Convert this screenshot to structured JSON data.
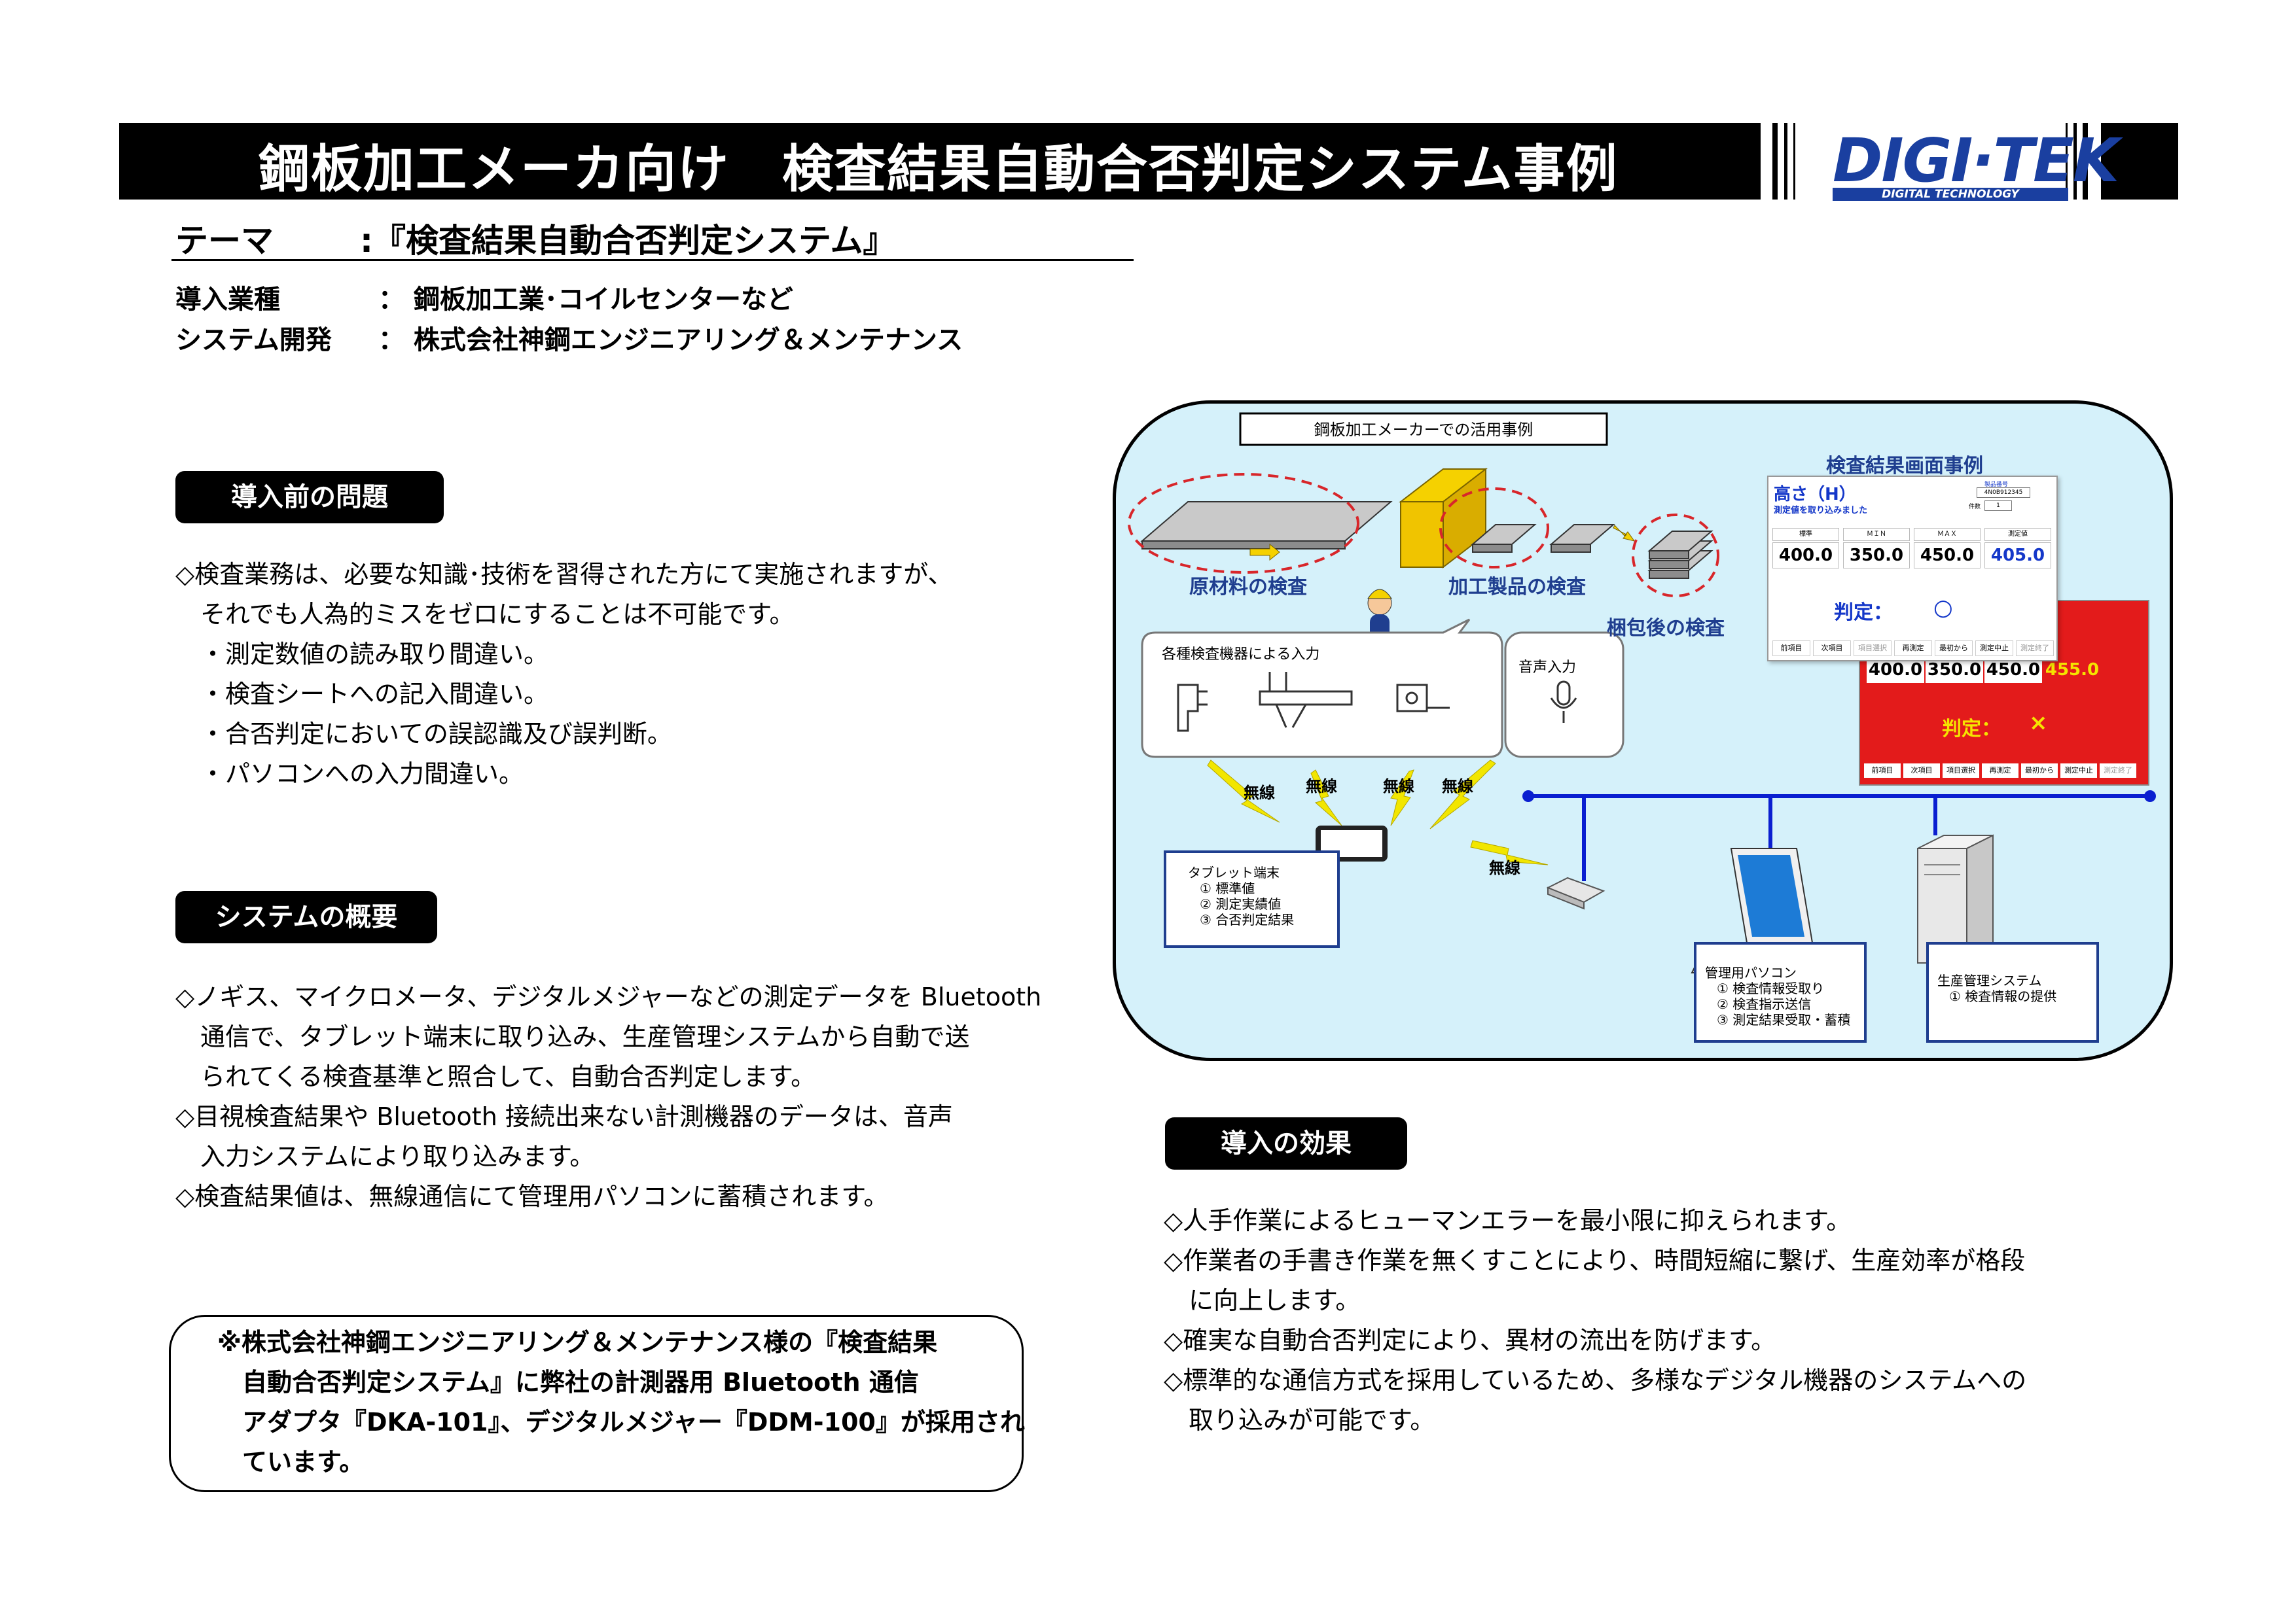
{
  "header": {
    "title": "鋼板加工メーカ向け　検査結果自動合否判定システム事例",
    "logo": "DIGI·TEK",
    "logo_sub": "DIGITAL TECHNOLOGY"
  },
  "theme": {
    "label": "テーマ",
    "value": ":『検査結果自動合否判定システム』"
  },
  "info": [
    {
      "label": "導入業種",
      "value": "：  鋼板加工業･コイルセンターなど"
    },
    {
      "label": "システム開発",
      "value": "：  株式会社神鋼エンジニアリング＆メンテナンス"
    }
  ],
  "problems": {
    "title": "導入前の問題",
    "lines": [
      "◇検査業務は、必要な知識･技術を習得された方にて実施されますが、",
      "　それでも人為的ミスをゼロにすることは不可能です。",
      "　・測定数値の読み取り間違い。",
      "　・検査シートへの記入間違い。",
      "　・合否判定においての誤認識及び誤判断。",
      "　・パソコンへの入力間違い。"
    ]
  },
  "overview": {
    "title": "システムの概要",
    "lines": [
      "◇ノギス、マイクロメータ、デジタルメジャーなどの測定データを Bluetooth",
      "　通信で、タブレット端末に取り込み、生産管理システムから自動で送",
      "　られてくる検査基準と照合して、自動合否判定します。",
      "◇目視検査結果や Bluetooth 接続出来ない計測機器のデータは、音声",
      "　入力システムにより取り込みます。",
      "◇検査結果値は、無線通信にて管理用パソコンに蓄積されます。"
    ]
  },
  "note": {
    "lines": [
      "※株式会社神鋼エンジニアリング＆メンテナンス様の『検査結果",
      "　自動合否判定システム』に弊社の計測器用 Bluetooth 通信",
      "　アダプタ『DKA-101』、デジタルメジャー『DDM-100』が採用され",
      "　ています。"
    ]
  },
  "effects": {
    "title": "導入の効果",
    "lines": [
      "◇人手作業によるヒューマンエラーを最小限に抑えられます。",
      "◇作業者の手書き作業を無くすことにより、時間短縮に繋げ、生産効率が格段",
      "　に向上します。",
      "◇確実な自動合否判定により、異材の流出を防げます。",
      "◇標準的な通信方式を採用しているため、多様なデジタル機器のシステムへの",
      "　取り込みが可能です。"
    ]
  },
  "diagram": {
    "caption": "鋼板加工メーカーでの活用事例",
    "stage_raw": "原材料の検査",
    "stage_processed": "加工製品の検査",
    "stage_packed": "梱包後の検査",
    "input_devices": "各種検査機器による入力",
    "voice_input": "音声入力",
    "wireless": "無線",
    "tablet": {
      "title": "タブレット端末",
      "items": [
        "① 標準値",
        "② 測定実績値",
        "③ 合否判定結果"
      ]
    },
    "admin_pc": {
      "title": "管理用パソコン",
      "items": [
        "① 検査情報受取り",
        "② 検査指示送信",
        "③ 測定結果受取・蓄積"
      ]
    },
    "production": {
      "title": "生産管理システム",
      "items": [
        "① 検査情報の提供"
      ]
    },
    "screen": {
      "title": "検査結果画面事例",
      "item": "高さ（H）",
      "message": "測定値を取り込みました",
      "id_label": "製品番号",
      "id_value": "4N0B912345",
      "count_label": "件数",
      "count_value": "1",
      "headers": [
        "標準",
        "ＭＩＮ",
        "ＭＡＸ",
        "測定値"
      ],
      "values_ok": [
        "400.0",
        "350.0",
        "450.0",
        "405.0"
      ],
      "values_ng": [
        "400.0",
        "350.0",
        "450.0",
        "455.0"
      ],
      "judge_label": "判定：",
      "judge_ok": "○",
      "judge_ng": "×",
      "buttons": [
        "前項目",
        "次項目",
        "項目選択",
        "再測定",
        "最初から",
        "測定中止",
        "測定終了"
      ]
    }
  },
  "colors": {
    "logo_blue": "#1a3fa0",
    "diagram_bg": "#d5f1fa",
    "network_blue": "#0a1fd0",
    "ng_red": "#e31b1b",
    "ok_value_blue": "#1437c9",
    "dashed_red": "#d8262a"
  }
}
